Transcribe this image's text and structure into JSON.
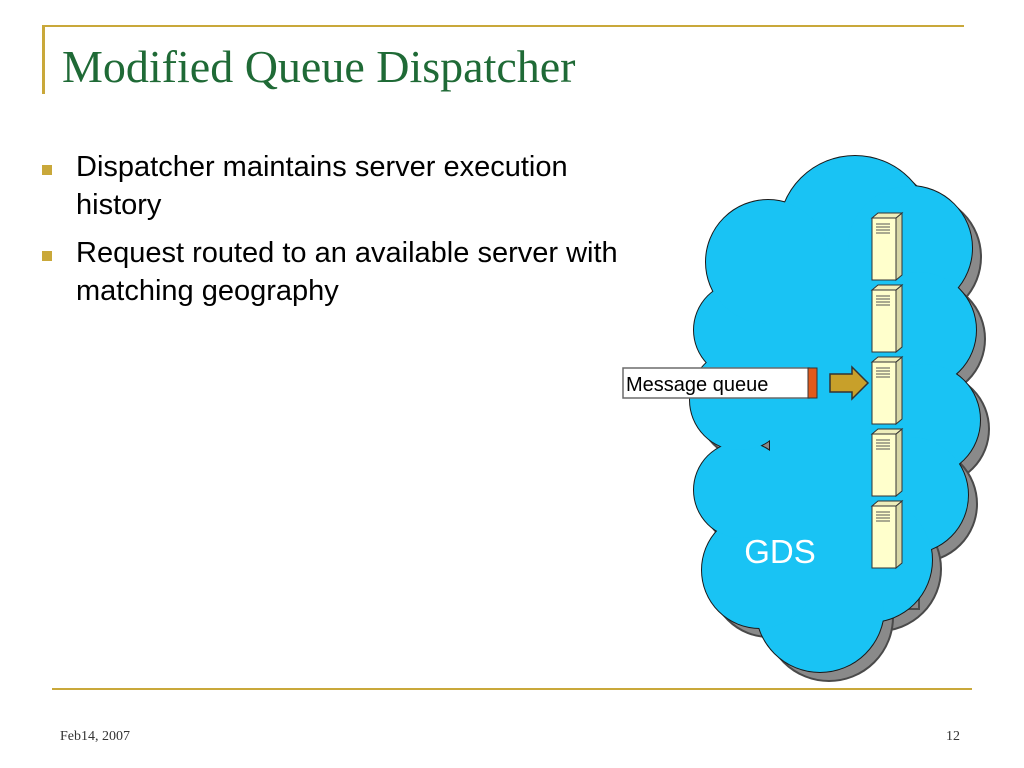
{
  "slide": {
    "title": "Modified Queue Dispatcher",
    "bullets": [
      "Dispatcher maintains server execution history",
      "Request routed to an available server with matching geography"
    ],
    "diagram": {
      "cloud_label": "GDS",
      "queue_label": "Message queue",
      "server_count": 5,
      "colors": {
        "cloud_fill": "#19c3f4",
        "cloud_shadow": "#8a8a8a",
        "queue_marker": "#e05a1c",
        "arrow_fill": "#c8a02a",
        "server_fill": "#ffffcc"
      }
    },
    "footer": {
      "date": "Feb14, 2007",
      "page": "12"
    },
    "colors": {
      "title": "#1f6a36",
      "accent": "#c9a83a"
    }
  }
}
